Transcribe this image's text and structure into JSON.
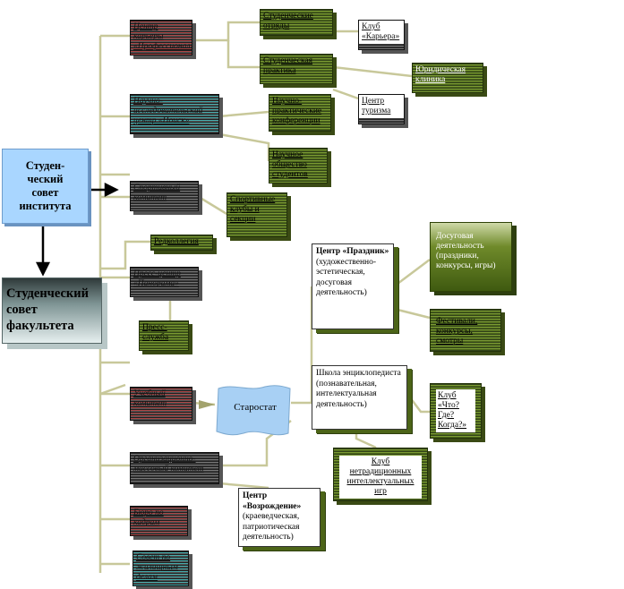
{
  "header_institute": {
    "line1": "Студен-",
    "line2": "ческий",
    "line3": "совет",
    "line4": "института"
  },
  "header_faculty": {
    "line1": "Студенческий",
    "line2": "совет",
    "line3": "факультета"
  },
  "left_column": {
    "center_career": "Центр карьеры «Профессионал»",
    "research_center": "Научно-исследовательский центр «Поиск»",
    "sports_committee": "Спортивный комитет",
    "editorial": "Редколлегия",
    "press_center": "Пресс-центр «Панорама»",
    "press_service": "Пресс-служба",
    "study_committee": "Учебный комитет",
    "org_committee": "Организационно-массовый комитет",
    "bureau": "Бюро по кадрам",
    "dormitory": "Совет по жилищным делам"
  },
  "career_children": {
    "student_brigades": "Студенческие отряды",
    "student_practice": "Студенческая практика",
    "club_career": "Клуб «Карьера»",
    "legal_clinic": "Юридическая клиника"
  },
  "research_children": {
    "scientific_conf": "Научно-практические конференции",
    "tourism_center": "Центр туризма",
    "scientific_society": "Научное общество студентов"
  },
  "sports_children": {
    "sports_clubs": "Спортивные клубы и секции"
  },
  "starostat": "Старостат",
  "prazdnik": {
    "title": "Центр «Праздник»",
    "desc": "(художественно-эстетическая, досуговая деятельность)"
  },
  "leisure": "Досуговая деятельность (праздники, конкурсы, игры)",
  "festivals": "Фестивали, конкурсы, смотры",
  "school": {
    "title": "Школа энциклопедиста",
    "desc": "(познавательная, интелектуальная деятельность)"
  },
  "club_what": "Клуб «Что? Где? Когда?»",
  "club_games": "Клуб нетрадиционных интеллектуальных игр",
  "vozrozhdenie": {
    "title": "Центр «Возрождение»",
    "desc": "(краеведческая, патриотическая деятельность)"
  },
  "colors": {
    "line": "#c8c89a",
    "arrow": "#000000",
    "green_dark": "#3f5a10",
    "blue_header": "#a9d6ff"
  }
}
